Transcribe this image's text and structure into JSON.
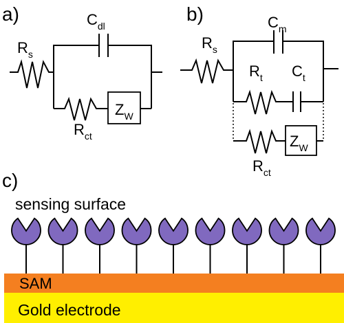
{
  "panels": {
    "a": "a)",
    "b": "b)",
    "c": "c)"
  },
  "circuit_a": {
    "rs": {
      "main": "R",
      "sub": "s"
    },
    "cdl": {
      "main": "C",
      "sub": "dl"
    },
    "rct": {
      "main": "R",
      "sub": "ct"
    },
    "zw": {
      "main": "Z",
      "sub": "W"
    }
  },
  "circuit_b": {
    "rs": {
      "main": "R",
      "sub": "s"
    },
    "cm": {
      "main": "C",
      "sub": "m"
    },
    "rt": {
      "main": "R",
      "sub": "t"
    },
    "ct": {
      "main": "C",
      "sub": "t"
    },
    "rct": {
      "main": "R",
      "sub": "ct"
    },
    "zw": {
      "main": "Z",
      "sub": "W"
    }
  },
  "surface": {
    "label": "sensing surface",
    "receptor_count": 9,
    "sam_label": "SAM",
    "electrode_label": "Gold electrode"
  },
  "colors": {
    "receptor": "#8069bf",
    "sam": "#f47f20",
    "gold": "#ffef00",
    "line": "#000000"
  }
}
